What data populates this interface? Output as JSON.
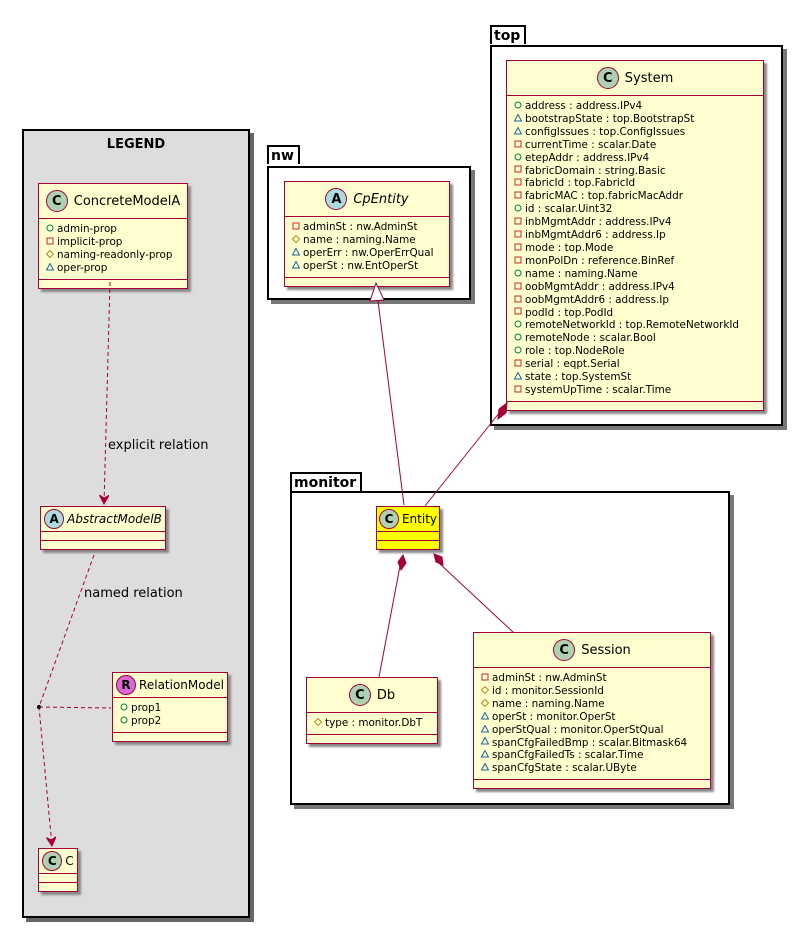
{
  "visibility_glyphs": {
    "+": "○",
    "-": "■",
    "#": "◇",
    "~": "△"
  },
  "legend": {
    "title": "LEGEND",
    "classes": {
      "concrete_model_a": {
        "name": "ConcreteModelA",
        "stereotype": "C",
        "attrs": [
          {
            "v": "+",
            "t": "admin-prop"
          },
          {
            "v": "-",
            "t": "implicit-prop"
          },
          {
            "v": "#",
            "t": "naming-readonly-prop"
          },
          {
            "v": "~",
            "t": "oper-prop"
          }
        ]
      },
      "abstract_model_b": {
        "name": "AbstractModelB",
        "stereotype": "A"
      },
      "relation_model": {
        "name": "RelationModel",
        "stereotype": "R",
        "attrs": [
          {
            "v": "+",
            "t": "prop1"
          },
          {
            "v": "+",
            "t": "prop2"
          }
        ]
      },
      "c": {
        "name": "C",
        "stereotype": "C"
      }
    },
    "labels": {
      "explicit": "explicit relation",
      "named": "named relation"
    }
  },
  "packages": {
    "nw": {
      "name": "nw"
    },
    "top": {
      "name": "top"
    },
    "monitor": {
      "name": "monitor"
    }
  },
  "classes": {
    "cp_entity": {
      "name": "CpEntity",
      "stereotype": "A",
      "attrs": [
        {
          "v": "-",
          "t": "adminSt : nw.AdminSt"
        },
        {
          "v": "#",
          "t": "name : naming.Name"
        },
        {
          "v": "~",
          "t": "operErr : nw.OperErrQual"
        },
        {
          "v": "~",
          "t": "operSt : nw.EntOperSt"
        }
      ]
    },
    "system": {
      "name": "System",
      "stereotype": "C",
      "attrs": [
        {
          "v": "+",
          "t": "address : address.IPv4"
        },
        {
          "v": "~",
          "t": "bootstrapState : top.BootstrapSt"
        },
        {
          "v": "~",
          "t": "configIssues : top.ConfigIssues"
        },
        {
          "v": "-",
          "t": "currentTime : scalar.Date"
        },
        {
          "v": "+",
          "t": "etepAddr : address.IPv4"
        },
        {
          "v": "-",
          "t": "fabricDomain : string.Basic"
        },
        {
          "v": "-",
          "t": "fabricId : top.FabricId"
        },
        {
          "v": "-",
          "t": "fabricMAC : top.fabricMacAddr"
        },
        {
          "v": "+",
          "t": "id : scalar.Uint32"
        },
        {
          "v": "-",
          "t": "inbMgmtAddr : address.IPv4"
        },
        {
          "v": "-",
          "t": "inbMgmtAddr6 : address.Ip"
        },
        {
          "v": "-",
          "t": "mode : top.Mode"
        },
        {
          "v": "-",
          "t": "monPolDn : reference.BinRef"
        },
        {
          "v": "+",
          "t": "name : naming.Name"
        },
        {
          "v": "-",
          "t": "oobMgmtAddr : address.IPv4"
        },
        {
          "v": "-",
          "t": "oobMgmtAddr6 : address.Ip"
        },
        {
          "v": "-",
          "t": "podId : top.PodId"
        },
        {
          "v": "+",
          "t": "remoteNetworkId : top.RemoteNetworkId"
        },
        {
          "v": "+",
          "t": "remoteNode : scalar.Bool"
        },
        {
          "v": "+",
          "t": "role : top.NodeRole"
        },
        {
          "v": "-",
          "t": "serial : eqpt.Serial"
        },
        {
          "v": "~",
          "t": "state : top.SystemSt"
        },
        {
          "v": "-",
          "t": "systemUpTime : scalar.Time"
        }
      ]
    },
    "entity": {
      "name": "Entity",
      "stereotype": "C",
      "color": "#ffff00"
    },
    "db": {
      "name": "Db",
      "stereotype": "C",
      "attrs": [
        {
          "v": "#",
          "t": "type : monitor.DbT"
        }
      ]
    },
    "session": {
      "name": "Session",
      "stereotype": "C",
      "attrs": [
        {
          "v": "-",
          "t": "adminSt : nw.AdminSt"
        },
        {
          "v": "#",
          "t": "id : monitor.SessionId"
        },
        {
          "v": "#",
          "t": "name : naming.Name"
        },
        {
          "v": "~",
          "t": "operSt : monitor.OperSt"
        },
        {
          "v": "~",
          "t": "operStQual : monitor.OperStQual"
        },
        {
          "v": "~",
          "t": "spanCfgFailedBmp : scalar.Bitmask64"
        },
        {
          "v": "~",
          "t": "spanCfgFailedTs : scalar.Time"
        },
        {
          "v": "~",
          "t": "spanCfgState : scalar.UByte"
        }
      ]
    }
  },
  "colors": {
    "class_fill": "#fefece",
    "class_border": "#a80036",
    "legend_fill": "#dddddd",
    "stereotype_C": "#add1b2",
    "stereotype_A": "#a9dcdf",
    "stereotype_R": "#d76ad6"
  }
}
